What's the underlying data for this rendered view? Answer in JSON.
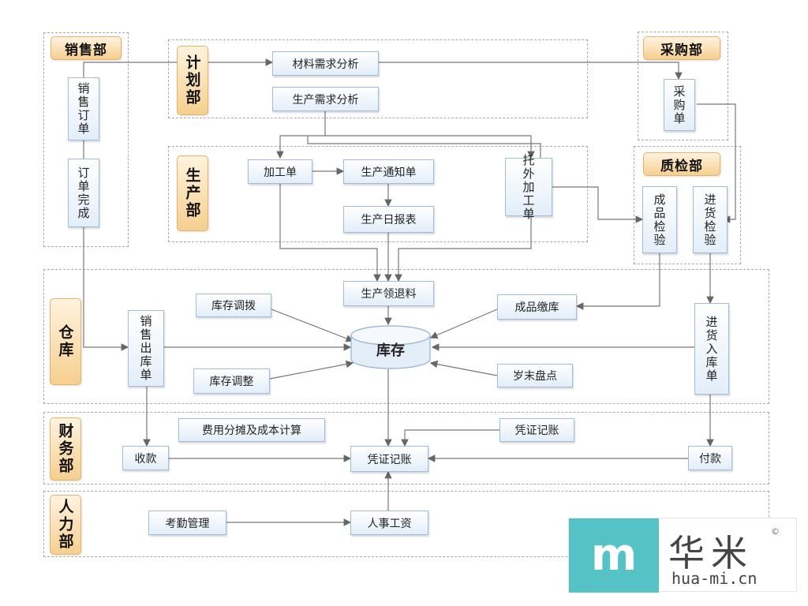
{
  "departments": {
    "sales": "销售部",
    "planning": "计划部",
    "purchase": "采购部",
    "production": "生产部",
    "quality": "质检部",
    "warehouse": "仓库",
    "finance": "财务部",
    "hr": "人力部"
  },
  "nodes": {
    "sales_order": "销售订单",
    "order_complete": "订单完成",
    "material_analysis": "材料需求分析",
    "production_analysis": "生产需求分析",
    "purchase_order": "采购单",
    "processing_order": "加工单",
    "production_notice": "生产通知单",
    "outsourcing": "托外加工单",
    "daily_report": "生产日报表",
    "product_inspection": "成品检验",
    "incoming_inspection": "进货检验",
    "material_issue": "生产领退料",
    "stock_transfer": "库存调拨",
    "product_storage": "成品缴库",
    "sales_outbound": "销售出库单",
    "stock": "库存",
    "incoming_storage": "进货入库单",
    "stock_adjust": "库存调整",
    "year_end_count": "岁末盘点",
    "cost_allocation": "费用分摊及成本计算",
    "voucher_top": "凭证记账",
    "receipt": "收款",
    "voucher_main": "凭证记账",
    "payment": "付款",
    "attendance": "考勤管理",
    "payroll": "人事工资"
  },
  "logo": {
    "mark": "m",
    "name_cn": "华米",
    "site": "hua-mi.cn",
    "reg": "©"
  },
  "colors": {
    "dept_fill": "#f6cf8f",
    "node_border": "#9fbde0",
    "arrow": "#666666",
    "logo_teal": "#55c2c6"
  }
}
